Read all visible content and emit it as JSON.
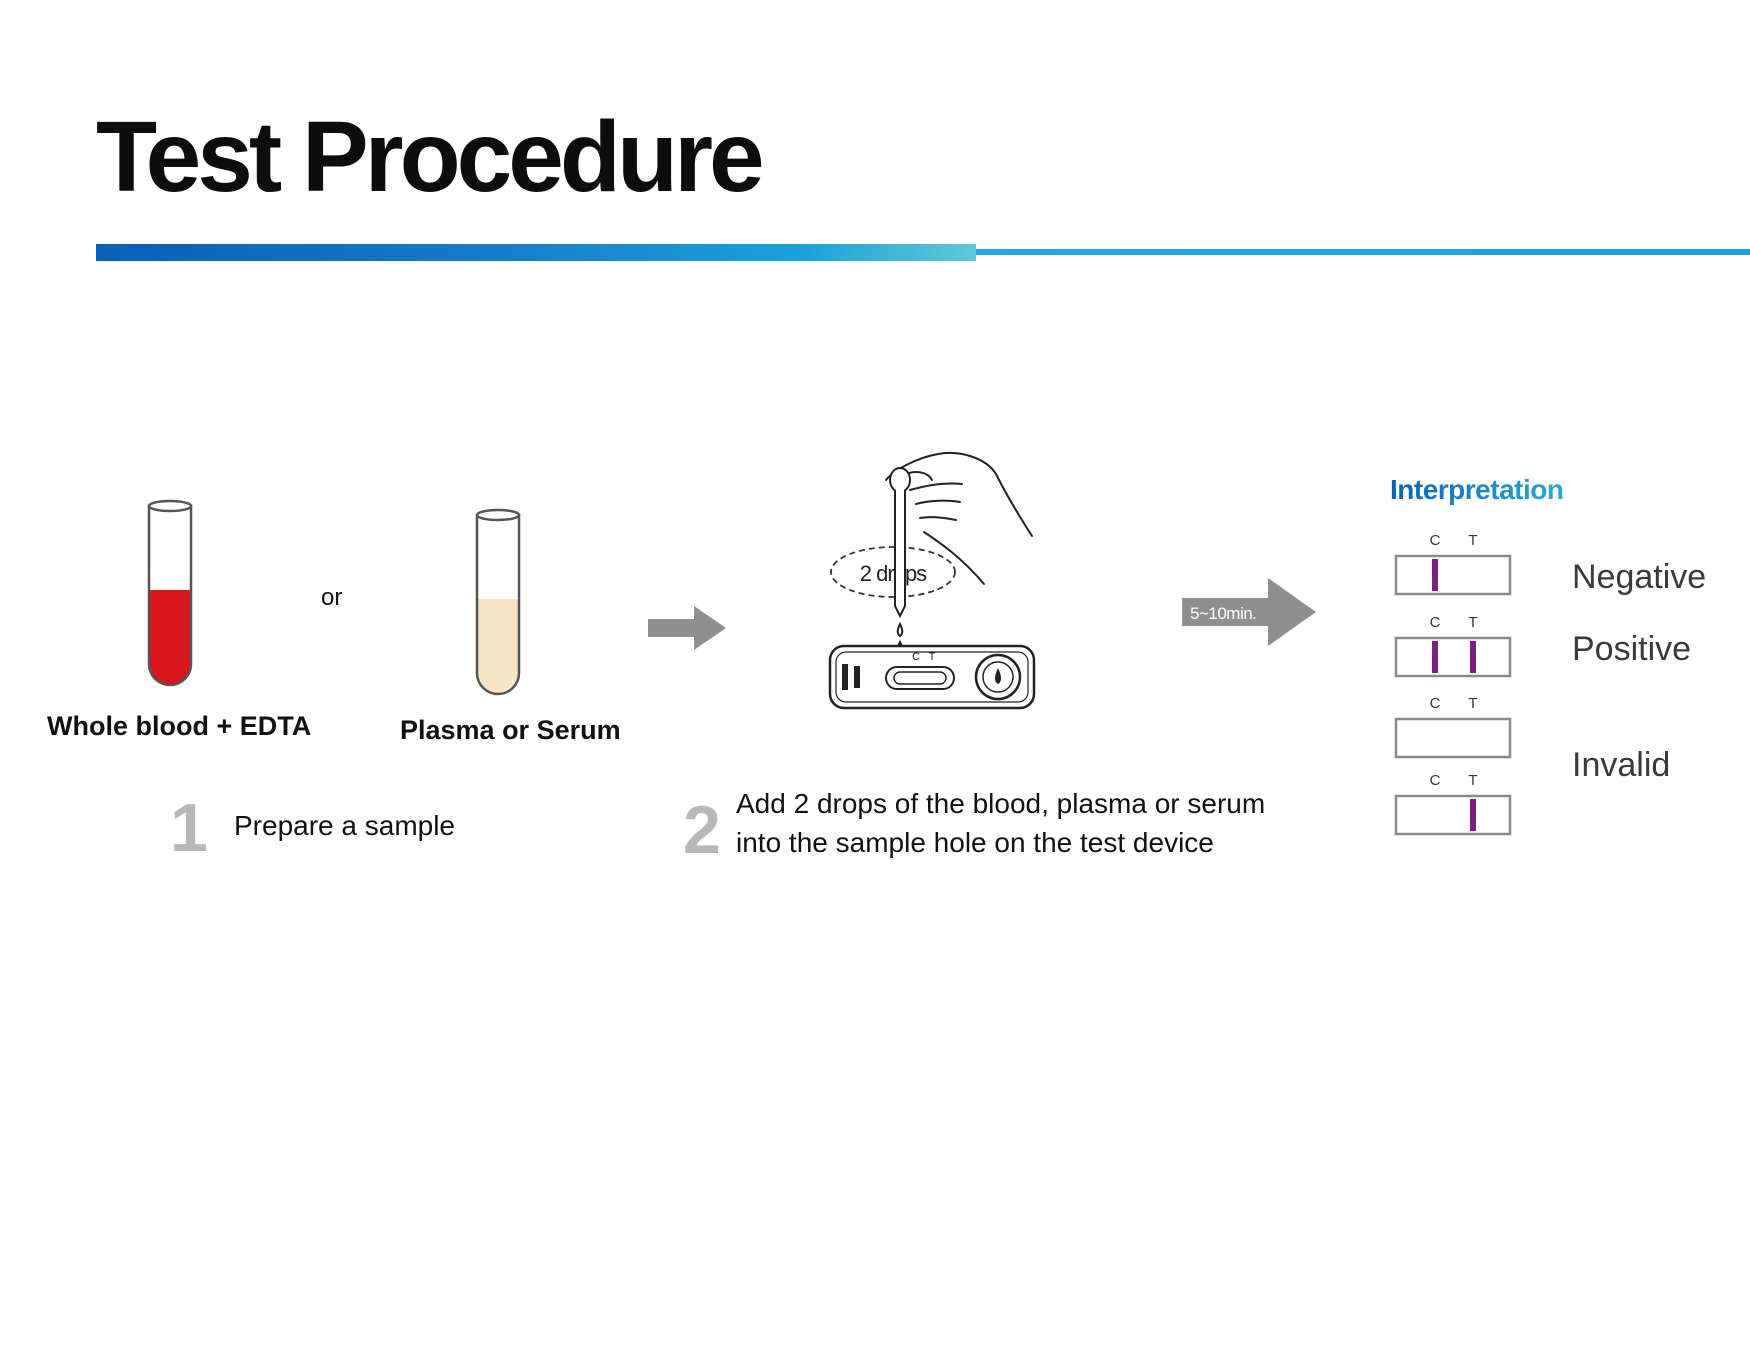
{
  "title": "Test Procedure",
  "tubes": {
    "whole_blood": {
      "label": "Whole blood + EDTA",
      "fill_color": "#d9161c"
    },
    "or_text": "or",
    "plasma": {
      "label": "Plasma or Serum",
      "fill_color": "#f8e4c6"
    }
  },
  "steps": [
    {
      "number": "1",
      "text": "Prepare a sample"
    },
    {
      "number": "2",
      "lines": [
        "Add 2 drops of the blood, plasma or serum",
        "into the sample hole on the test device"
      ]
    }
  ],
  "dropper": {
    "bubble_text": "2 drops"
  },
  "device": {
    "mark_c": "C",
    "mark_t": "T"
  },
  "timer_arrow": {
    "text": "5~10min."
  },
  "interpretation": {
    "title": "Interpretation",
    "line_color": "#7b1f7c",
    "strips": [
      {
        "c_label": "C",
        "t_label": "T",
        "c_line": true,
        "t_line": false
      },
      {
        "c_label": "C",
        "t_label": "T",
        "c_line": true,
        "t_line": true
      },
      {
        "c_label": "C",
        "t_label": "T",
        "c_line": false,
        "t_line": false
      },
      {
        "c_label": "C",
        "t_label": "T",
        "c_line": false,
        "t_line": true
      }
    ],
    "results": [
      "Negative",
      "Positive",
      "Invalid"
    ]
  }
}
